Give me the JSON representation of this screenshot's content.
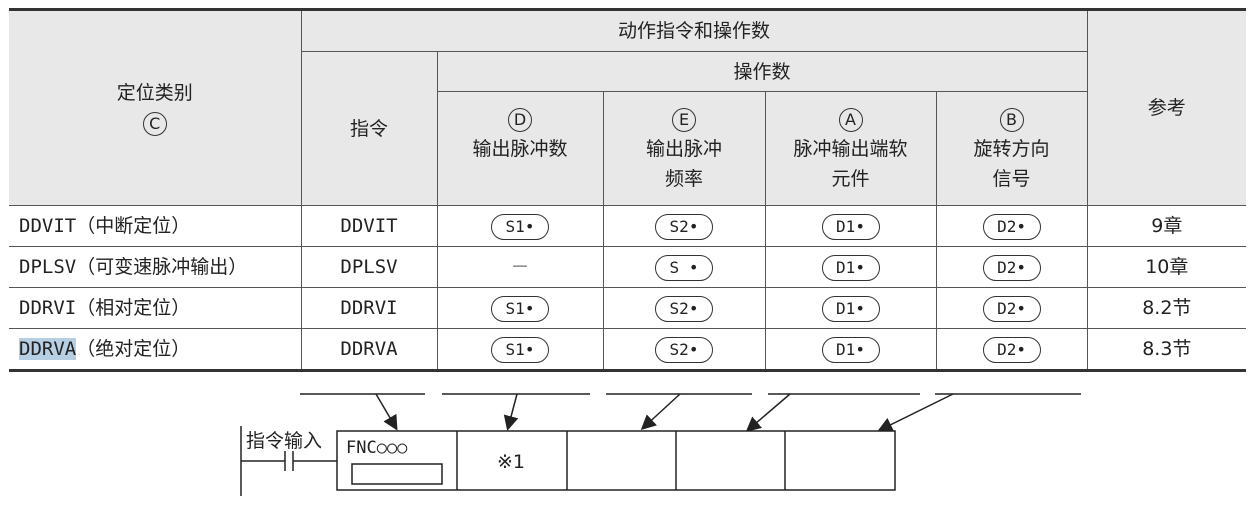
{
  "table": {
    "header": {
      "category": "定位类别",
      "category_mark": "C",
      "group_title": "动作指令和操作数",
      "instruction": "指令",
      "operands": "操作数",
      "reference": "参考",
      "columns": [
        {
          "mark": "D",
          "line1": "输出脉冲数",
          "line2": ""
        },
        {
          "mark": "E",
          "line1": "输出脉冲",
          "line2": "频率"
        },
        {
          "mark": "A",
          "line1": "脉冲输出端软",
          "line2": "元件"
        },
        {
          "mark": "B",
          "line1": "旋转方向",
          "line2": "信号"
        }
      ]
    },
    "rows": [
      {
        "category": "DDVIT（中断定位）",
        "instruction": "DDVIT",
        "d": "S1•",
        "e": "S2•",
        "a": "D1•",
        "b": "D2•",
        "ref": "9章"
      },
      {
        "category": "DPLSV（可变速脉冲输出）",
        "instruction": "DPLSV",
        "d": "－",
        "e": "S •",
        "a": "D1•",
        "b": "D2•",
        "ref": "10章"
      },
      {
        "category": "DDRVI（相对定位）",
        "instruction": "DDRVI",
        "d": "S1•",
        "e": "S2•",
        "a": "D1•",
        "b": "D2•",
        "ref": "8.2节"
      },
      {
        "category_selected": "DDRVA",
        "category_rest": "（绝对定位）",
        "instruction": "DDRVA",
        "d": "S1•",
        "e": "S2•",
        "a": "D1•",
        "b": "D2•",
        "ref": "8.3节"
      }
    ]
  },
  "diagram": {
    "input_label": "指令输入",
    "fnc_label": "FNC○○○",
    "note": "※1"
  }
}
